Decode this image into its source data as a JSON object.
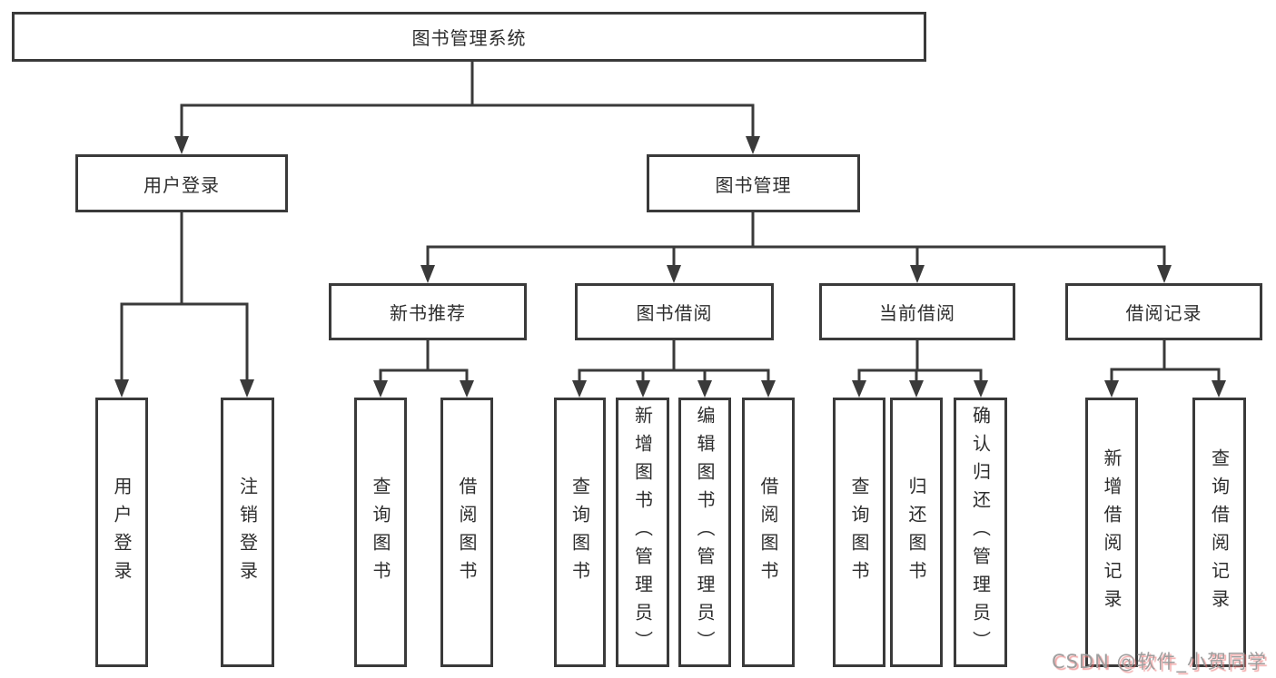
{
  "tree": {
    "root": "图书管理系统",
    "level2": {
      "user_login": "用户登录",
      "book_management": "图书管理"
    },
    "user_login_children": [
      "用户登录",
      "注销登录"
    ],
    "book_management_children": {
      "new_books": "新书推荐",
      "book_borrowing": "图书借阅",
      "current_borrowing": "当前借阅",
      "borrowing_records": "借阅记录"
    },
    "new_books_children": [
      "查询图书",
      "借阅图书"
    ],
    "book_borrowing_children": [
      "查询图书",
      "新增图书（管理员）",
      "编辑图书（管理员）",
      "借阅图书"
    ],
    "current_borrowing_children": [
      "查询图书",
      "归还图书",
      "确认归还（管理员）"
    ],
    "borrowing_records_children": [
      "新增借阅记录",
      "查询借阅记录"
    ]
  },
  "watermark": "CSDN @软件_小贺同学",
  "colors": {
    "line": "#3a3a3a",
    "node_border": "#3a3a3a",
    "text": "#2d2d2d",
    "background": "#ffffff",
    "watermark_gray": "#9e9e9e",
    "watermark_red_shadow": "#e97878"
  }
}
